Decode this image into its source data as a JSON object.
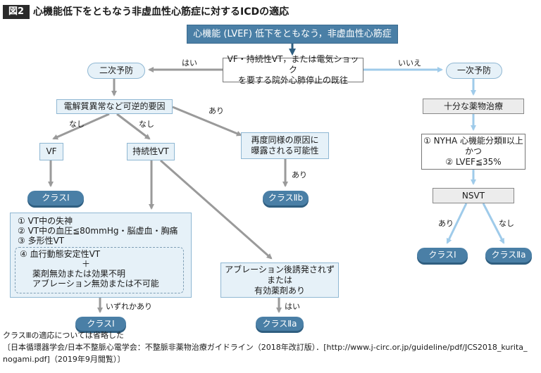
{
  "figure": {
    "label": "図2",
    "title": "心機能低下をともなう非虚血性心筋症に対するICDの適応"
  },
  "nodes": {
    "top": "心機能 (LVEF) 低下をともなう，非虚血性心筋症",
    "question": [
      "VF・持続性VT，または電気ショック",
      "を要する院外心肺停止の既往"
    ],
    "secondary": "二次予防",
    "primary": "一次予防",
    "electrolyte": "電解質異常など可逆的要因",
    "vf": "VF",
    "sustained_vt": "持続性VT",
    "reexposure": [
      "再度同様の原因に",
      "曝露される可能性"
    ],
    "class1_left": "クラスⅠ",
    "class2b": "クラスⅡb",
    "criteria": [
      "① VT中の失神",
      "② VT中の血圧≦80mmHg・脳虚血・胸痛",
      "③ 多形性VT"
    ],
    "criteria4": [
      "④ 血行動態安定性VT",
      "＋",
      "薬剤無効または効果不明",
      "アブレーション無効または不可能"
    ],
    "class1_bottom": "クラスⅠ",
    "ablation": [
      "アブレーション後誘発されず",
      "または",
      "有効薬剤あり"
    ],
    "class2a_bottom": "クラスⅡa",
    "medication": "十分な薬物治療",
    "nyha": [
      "① NYHA 心機能分類Ⅱ以上",
      "かつ",
      "② LVEF≦35%"
    ],
    "nsvt": "NSVT",
    "class1_right": "クラスⅠ",
    "class2a_right": "クラスⅡa"
  },
  "edge_labels": {
    "yes_left": "はい",
    "no_right": "いいえ",
    "none_vf": "なし",
    "none_vt": "なし",
    "present_reexposure": "あり",
    "present_class2b": "あり",
    "any": "いずれかあり",
    "yes_ablation": "はい",
    "present_nsvt": "あり",
    "none_nsvt": "なし"
  },
  "footnote": [
    "クラスⅢの適応については省略した",
    "〔日本循環器学会/日本不整脈心電学会：不整脈非薬物治療ガイドライン（2018年改訂版）．[http://www.j-circ.or.jp/guideline/pdf/JCS2018_kurita_",
    "nogami.pdf]（2019年9月閲覧）〕"
  ],
  "colors": {
    "dark_box": "#4a7fa6",
    "light_box": "#e6f1f8",
    "gray_arrow": "#9a9a9a",
    "blue_arrow": "#9fcbea",
    "dark_arrow": "#2f5e80"
  }
}
